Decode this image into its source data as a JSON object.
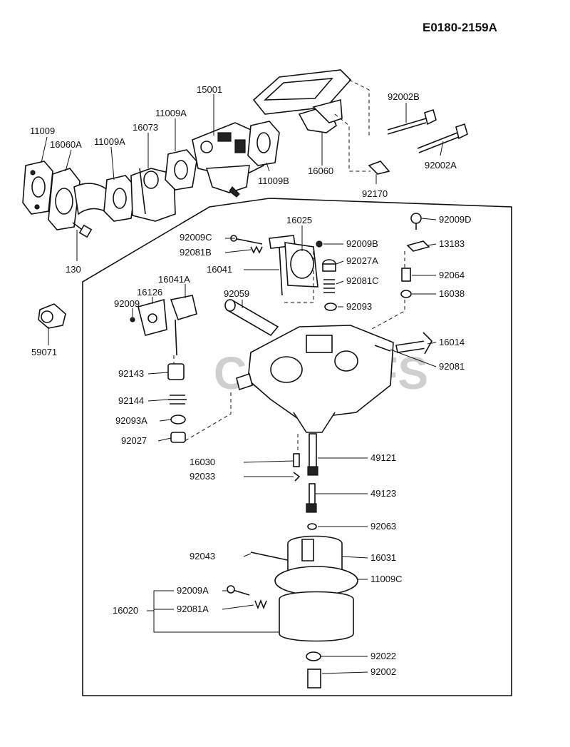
{
  "diagram_code": "E0180-2159A",
  "watermark": "CUTOFFS",
  "labels": {
    "p11009": "11009",
    "p16060A": "16060A",
    "p11009A_1": "11009A",
    "p16073": "16073",
    "p11009A_2": "11009A",
    "p15001": "15001",
    "p11009B": "11009B",
    "p16060": "16060",
    "p92002B": "92002B",
    "p92002A": "92002A",
    "p92170": "92170",
    "p130": "130",
    "p59071": "59071",
    "p16025": "16025",
    "p92009C": "92009C",
    "p92081B": "92081B",
    "p16041": "16041",
    "p92009B": "92009B",
    "p92027A": "92027A",
    "p92081C": "92081C",
    "p92093": "92093",
    "p92009D": "92009D",
    "p13183": "13183",
    "p92064": "92064",
    "p16038": "16038",
    "p16041A": "16041A",
    "p16126": "16126",
    "p92009": "92009",
    "p92059": "92059",
    "p16014": "16014",
    "p92081": "92081",
    "p92143": "92143",
    "p92144": "92144",
    "p92093A": "92093A",
    "p92027": "92027",
    "p16030": "16030",
    "p49121": "49121",
    "p92033": "92033",
    "p49123": "49123",
    "p92063": "92063",
    "p92043": "92043",
    "p16031": "16031",
    "p11009C": "11009C",
    "p92009A": "92009A",
    "p16020": "16020",
    "p92081A": "92081A",
    "p92022": "92022",
    "p92002": "92002"
  }
}
